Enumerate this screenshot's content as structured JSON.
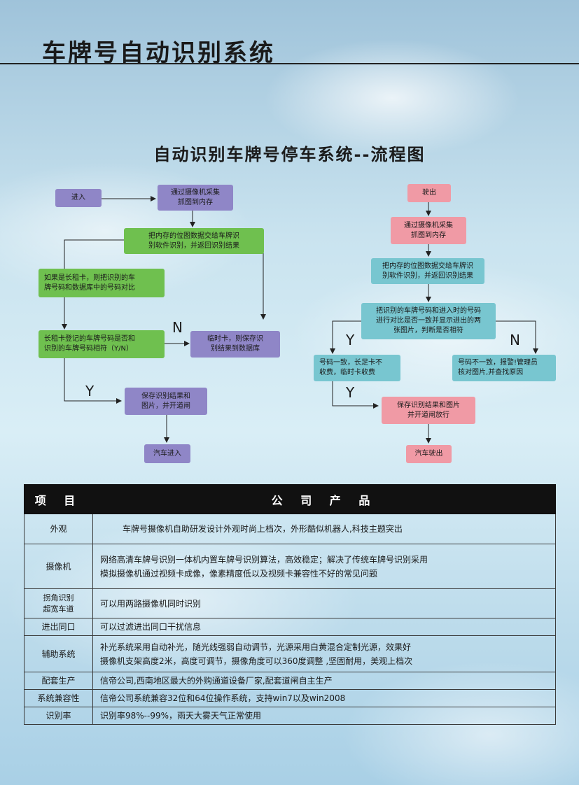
{
  "header": {
    "title": "车牌号自动识别系统"
  },
  "flowchart": {
    "title": "自动识别车牌号停车系统--流程图",
    "left": {
      "enter": "进入",
      "capture": "通过摄像机采集\n抓图到内存",
      "process": "把内存的位图数据交给车牌识\n别软件识别，并返回识别结果",
      "long_card": "如果是长租卡，则把识别的车\n牌号码和数据库中的号码对比",
      "compare": "长租卡登记的车牌号码是否和\n识别的车牌号码相符（Y/N）",
      "temp_card": "临时卡，则保存识\n别结果到数据库",
      "save_open": "保存识别结果和\n图片，并开道闸",
      "car_in": "汽车进入",
      "n_label": "N",
      "y_label": "Y"
    },
    "right": {
      "exit": "驶出",
      "capture": "通过摄像机采集\n抓图到内存",
      "process": "把内存的位图数据交给车牌识\n别软件识别，并返回识别结果",
      "compare": "把识别的车牌号码和进入时的号码\n进行对比是否一致并显示进出的两\n张图片，判断是否相符",
      "match": "号码一致，长足卡不\n收费，临时卡收费",
      "mismatch": "号码不一致，报警!管理员\n核对图片,并查找原因",
      "save_open": "保存识别结果和图片\n并开道闸放行",
      "car_out": "汽车驶出",
      "y_label_1": "Y",
      "n_label": "N",
      "y_label_2": "Y"
    }
  },
  "table": {
    "headers": [
      "项 目",
      "公 司 产 品"
    ],
    "rows": [
      {
        "label": "外观",
        "value": "车牌号摄像机自助研发设计外观时尚上档次，外形酷似机器人,科技主题突出"
      },
      {
        "label": "摄像机",
        "value": "网络高清车牌号识别一体机内置车牌号识别算法，高效稳定；解决了传统车牌号识别采用\n模拟摄像机通过视频卡成像，像素精度低以及视频卡兼容性不好的常见问题"
      },
      {
        "label": "拐角识别\n超宽车道",
        "value": "可以用两路摄像机同时识别"
      },
      {
        "label": "进出同口",
        "value": "可以过滤进出同口干扰信息"
      },
      {
        "label": "辅助系统",
        "value": "补光系统采用自动补光，随光线强弱自动调节，光源采用白黄混合定制光源，效果好\n摄像机支架高度2米，高度可调节，摄像角度可以360度调整 ,坚固耐用，美观上档次"
      },
      {
        "label": "配套生产",
        "value": "信帝公司,西南地区最大的外购通道设备厂家,配套道闸自主生产"
      },
      {
        "label": "系统兼容性",
        "value": "信帝公司系统兼容32位和64位操作系统，支持win7以及win2008"
      },
      {
        "label": "识别率",
        "value": "识别率98%--99%，雨天大雾天气正常使用"
      }
    ]
  }
}
